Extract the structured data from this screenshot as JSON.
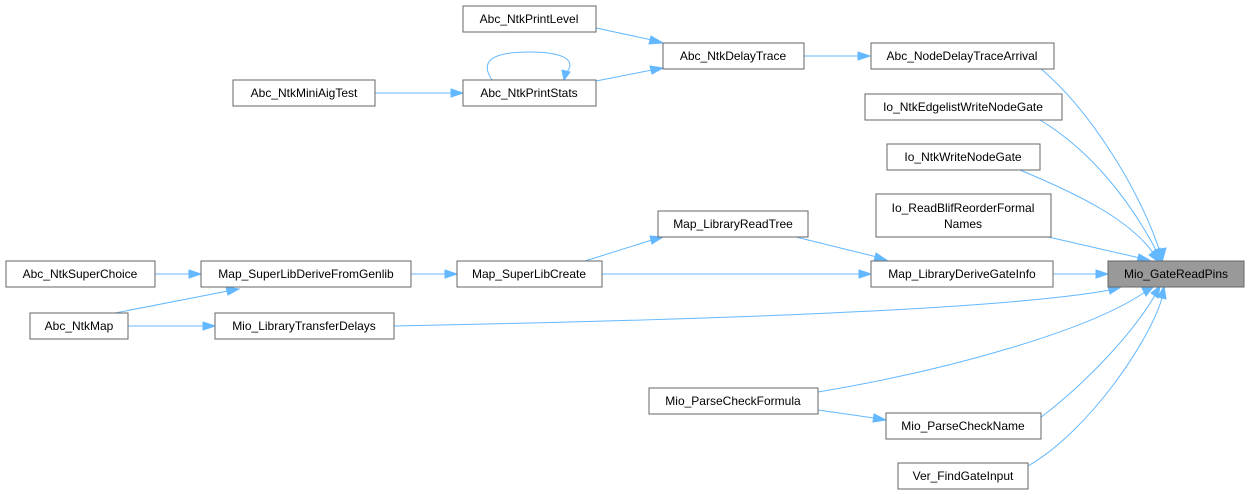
{
  "graph": {
    "focus_node": "Mio_GateReadPins",
    "nodes": {
      "mio_gatereadpins": "Mio_GateReadPins",
      "abc_nodedelaytracearrival": "Abc_NodeDelayTraceArrival",
      "abc_ntkdelaytrace": "Abc_NtkDelayTrace",
      "abc_ntkprintlevel": "Abc_NtkPrintLevel",
      "abc_ntkprintstats": "Abc_NtkPrintStats",
      "abc_ntkminiaigtest": "Abc_NtkMiniAigTest",
      "io_ntkedgelistwritenodegate": "Io_NtkEdgelistWriteNodeGate",
      "io_ntkwritenodegate": "Io_NtkWriteNodeGate",
      "io_readblifreorderformalnames_line1": "Io_ReadBlifReorderFormal",
      "io_readblifreorderformalnames_line2": "Names",
      "map_libraryderivegateinfo": "Map_LibraryDeriveGateInfo",
      "map_libraryreadtree": "Map_LibraryReadTree",
      "map_superlibcreate": "Map_SuperLibCreate",
      "map_superlibderivefromgenlib": "Map_SuperLibDeriveFromGenlib",
      "abc_ntksuperchoice": "Abc_NtkSuperChoice",
      "abc_ntkmap": "Abc_NtkMap",
      "mio_librarytransferdelays": "Mio_LibraryTransferDelays",
      "mio_parsecheckformula": "Mio_ParseCheckFormula",
      "mio_parsecheckname": "Mio_ParseCheckName",
      "ver_findgateinput": "Ver_FindGateInput"
    },
    "edges": [
      [
        "abc_nodedelaytracearrival",
        "mio_gatereadpins"
      ],
      [
        "abc_ntkdelaytrace",
        "abc_nodedelaytracearrival"
      ],
      [
        "abc_ntkprintlevel",
        "abc_ntkdelaytrace"
      ],
      [
        "abc_ntkprintstats",
        "abc_ntkdelaytrace"
      ],
      [
        "abc_ntkprintstats",
        "abc_ntkprintstats"
      ],
      [
        "abc_ntkminiaigtest",
        "abc_ntkprintstats"
      ],
      [
        "io_ntkedgelistwritenodegate",
        "mio_gatereadpins"
      ],
      [
        "io_ntkwritenodegate",
        "mio_gatereadpins"
      ],
      [
        "io_readblifreorderformalnames",
        "mio_gatereadpins"
      ],
      [
        "map_libraryderivegateinfo",
        "mio_gatereadpins"
      ],
      [
        "map_libraryreadtree",
        "map_libraryderivegateinfo"
      ],
      [
        "map_superlibcreate",
        "map_libraryreadtree"
      ],
      [
        "map_superlibcreate",
        "map_libraryderivegateinfo"
      ],
      [
        "map_superlibderivefromgenlib",
        "map_superlibcreate"
      ],
      [
        "abc_ntksuperchoice",
        "map_superlibderivefromgenlib"
      ],
      [
        "abc_ntkmap",
        "map_superlibderivefromgenlib"
      ],
      [
        "abc_ntkmap",
        "mio_librarytransferdelays"
      ],
      [
        "mio_librarytransferdelays",
        "mio_gatereadpins"
      ],
      [
        "mio_parsecheckformula",
        "mio_gatereadpins"
      ],
      [
        "mio_parsecheckformula",
        "mio_parsecheckname"
      ],
      [
        "mio_parsecheckname",
        "mio_gatereadpins"
      ],
      [
        "ver_findgateinput",
        "mio_gatereadpins"
      ]
    ]
  },
  "colors": {
    "edge": "#63b8ff",
    "node_border": "#666666",
    "node_fill": "#ffffff",
    "focus_fill": "#999999"
  }
}
